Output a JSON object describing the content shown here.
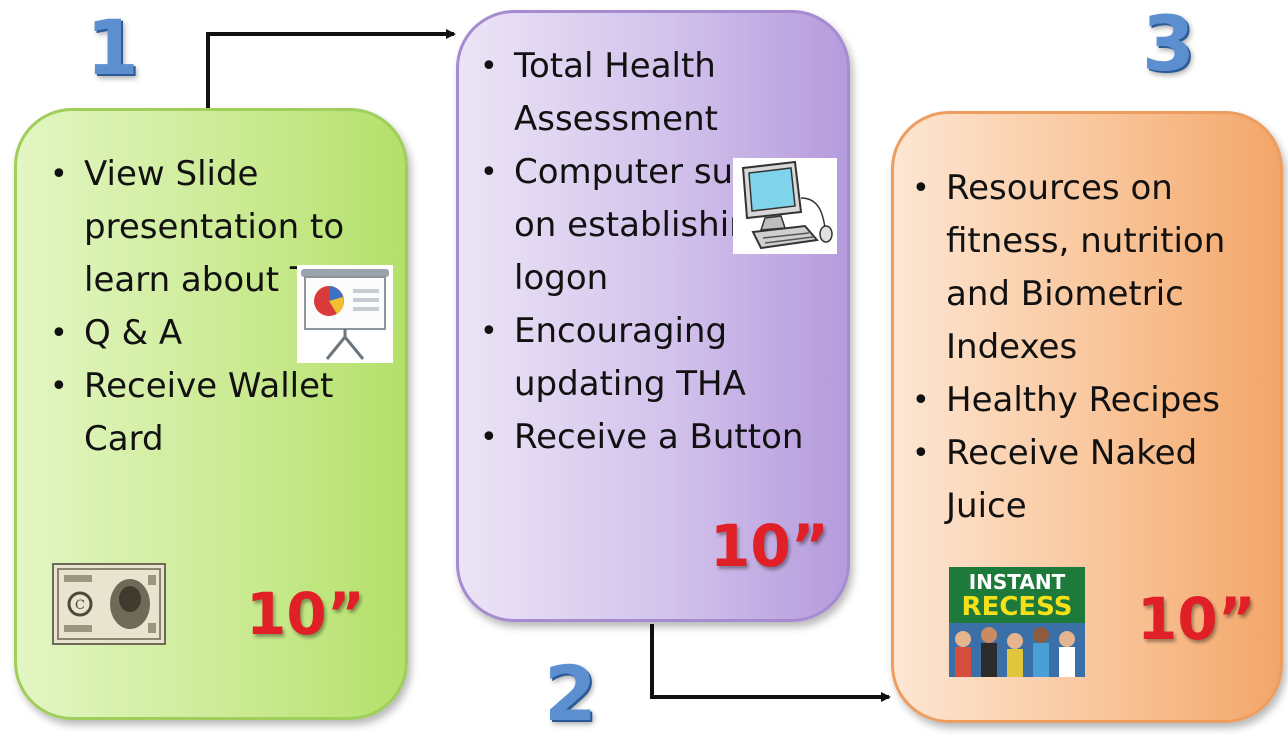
{
  "steps": [
    {
      "number": "1",
      "items": [
        "View Slide presentation to learn about THIP",
        "Q & A",
        "Receive Wallet Card"
      ],
      "time": "10”",
      "icon": "presentation-easel-icon"
    },
    {
      "number": "2",
      "items": [
        "Total Health Assessment",
        "Computer support on establishing logon",
        "Encouraging updating THA",
        "Receive a Button"
      ],
      "time": "10”",
      "icon": "desktop-computer-icon"
    },
    {
      "number": "3",
      "items": [
        "Resources on fitness, nutrition and Biometric Indexes",
        "Healthy Recipes",
        "Receive Naked Juice"
      ],
      "time": "10”",
      "icon": "instant-recess-logo"
    }
  ],
  "logo": {
    "line1": "INSTANT",
    "line2": "RECESS"
  },
  "colors": {
    "step_number": "#5b8fd0",
    "time_label": "#e01f26",
    "box1_fill": "#cceb95",
    "box2_fill": "#d2c2ec",
    "box3_fill": "#f9c59a"
  }
}
